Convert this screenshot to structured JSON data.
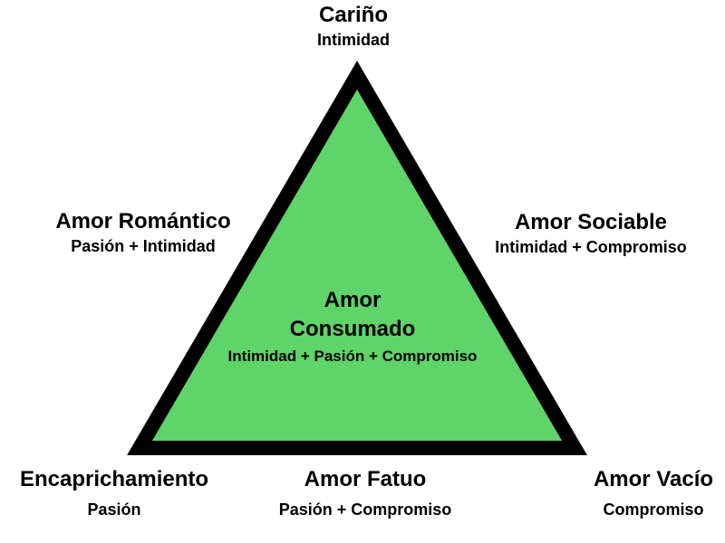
{
  "colors": {
    "triangle_fill": "#5fd468",
    "triangle_stroke": "#000000",
    "text": "#000000",
    "background": "#ffffff"
  },
  "top": {
    "title": "Cariño",
    "subtitle": "Intimidad"
  },
  "upper_left": {
    "title": "Amor Romántico",
    "subtitle": "Pasión + Intimidad"
  },
  "upper_right": {
    "title": "Amor Sociable",
    "subtitle": "Intimidad + Compromiso"
  },
  "center": {
    "title_line1": "Amor",
    "title_line2": "Consumado",
    "subtitle": "Intimidad + Pasión + Compromiso"
  },
  "bottom_left": {
    "title": "Encaprichamiento",
    "subtitle": "Pasión"
  },
  "bottom_center": {
    "title": "Amor Fatuo",
    "subtitle": "Pasión + Compromiso"
  },
  "bottom_right": {
    "title": "Amor Vacío",
    "subtitle": "Compromiso"
  }
}
